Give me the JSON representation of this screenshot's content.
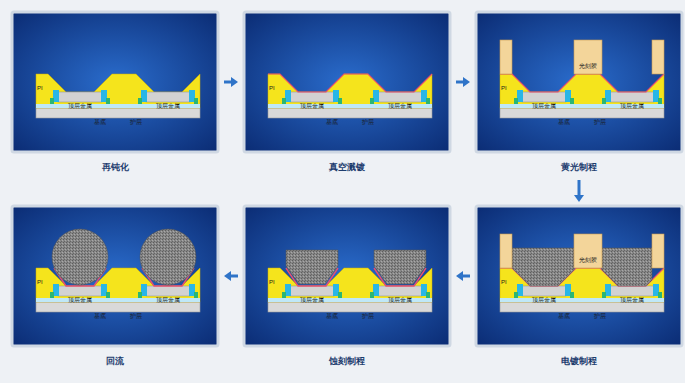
{
  "diagram": {
    "nodes": [
      {
        "text": [
          "再钝化"
        ]
      },
      {
        "text": [
          "真空溅镀"
        ]
      },
      {
        "text": [
          "黄光制程"
        ]
      },
      {
        "text": [
          "电镀制程"
        ]
      },
      {
        "text": [
          "蚀刻制程"
        ]
      },
      {
        "text": [
          "回流"
        ]
      }
    ],
    "edges": [
      {
        "from": 0,
        "to": 1,
        "arrow": "to"
      },
      {
        "from": 1,
        "to": 2,
        "arrow": "to"
      },
      {
        "from": 2,
        "to": 3,
        "arrow": "to"
      },
      {
        "from": 3,
        "to": 4,
        "arrow": "to"
      },
      {
        "from": 4,
        "to": 5,
        "arrow": "to"
      }
    ],
    "labels": [
      "PI",
      "顶层金属",
      "顶层金属",
      "基底",
      "护层",
      "PI",
      "顶层金属",
      "顶层金属",
      "基底",
      "护层",
      "PI",
      "光刻胶",
      "顶层金属",
      "顶层金属",
      "基底",
      "护层",
      "PI",
      "光刻胶",
      "顶层金属",
      "顶层金属",
      "基底",
      "护层",
      "PI",
      "顶层金属",
      "顶层金属",
      "基底",
      "护层",
      "PI",
      "顶层金属",
      "顶层金属",
      "基底",
      "护层"
    ]
  }
}
